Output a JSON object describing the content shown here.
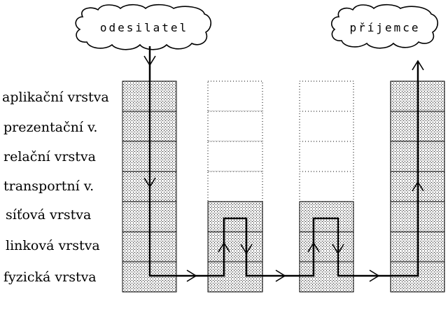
{
  "sender": "odesilatel",
  "receiver": "příjemce",
  "layers": [
    "aplikační vrstva",
    "prezentační v.",
    "relační vrstva",
    "transportní v.",
    "síťová vrstva",
    "linková vrstva",
    "fyzická vrstva"
  ]
}
